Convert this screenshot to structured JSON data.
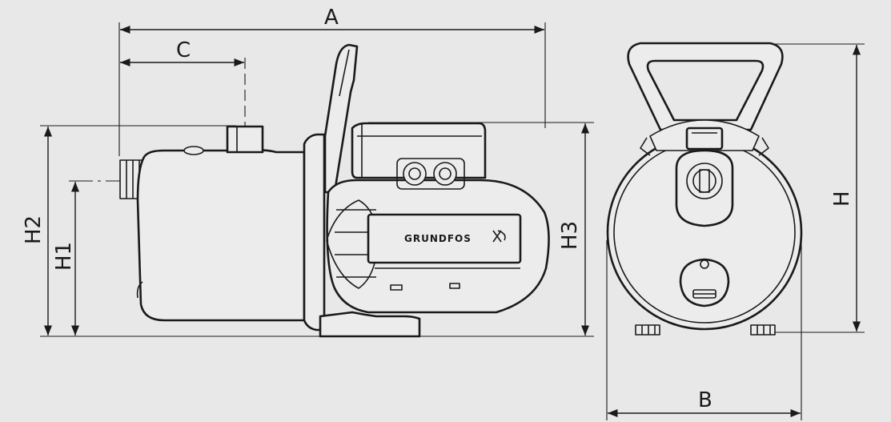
{
  "dimensions": {
    "A": "A",
    "B": "B",
    "C": "C",
    "H": "H",
    "H1": "H1",
    "H2": "H2",
    "H3": "H3"
  },
  "brand": {
    "logo_text": "GRUNDFOS"
  },
  "colors": {
    "background": "#e8e8e8",
    "line": "#1a1a1a"
  }
}
